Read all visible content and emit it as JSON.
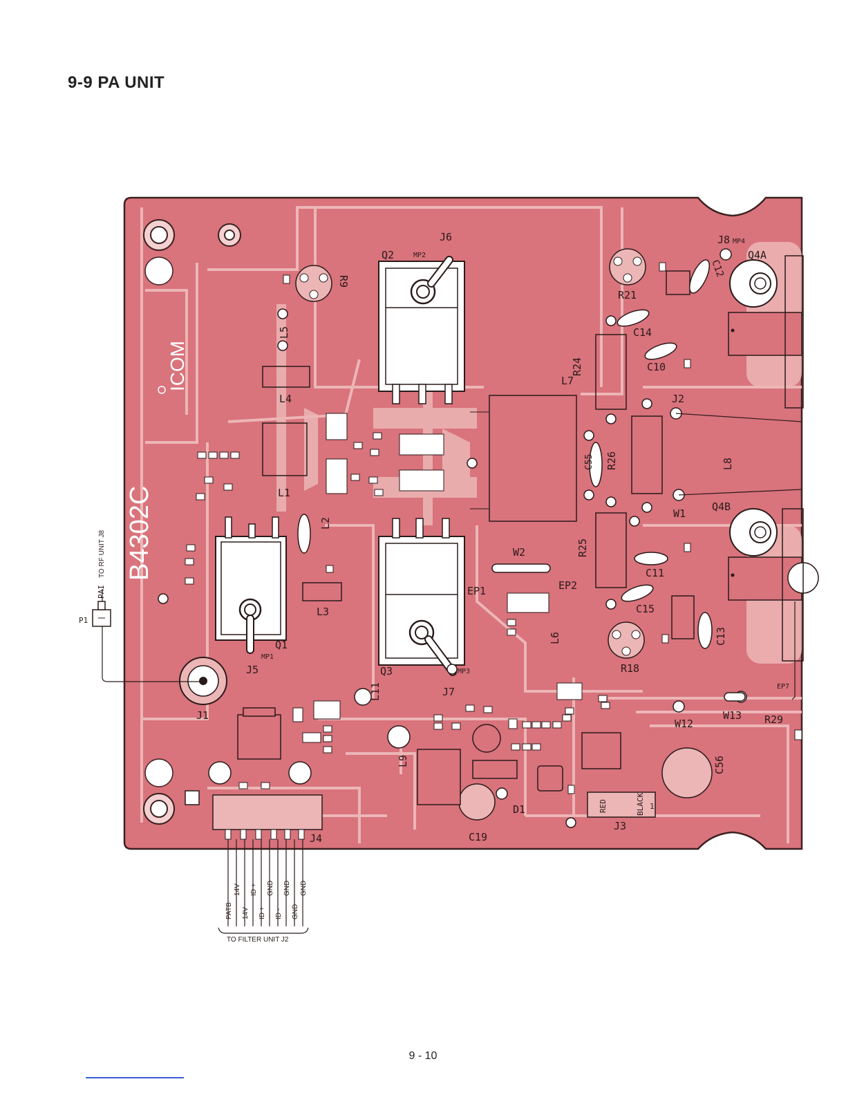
{
  "section_title": "9-9 PA UNIT",
  "page_number": "9 - 10",
  "board": {
    "part_number": "B4302C",
    "logo": "ICOM"
  },
  "colors": {
    "board": "#d9737c",
    "trace": "#ecb6b6",
    "ink": "#2a1a1a"
  },
  "labels": {
    "j6": "J6",
    "mp2": "MP2",
    "q2": "Q2",
    "r9": "R9",
    "l5": "L5",
    "l4": "L4",
    "l7": "L7",
    "r24": "R24",
    "j8": "J8",
    "mp4": "MP4",
    "q4a": "Q4A",
    "c12": "C12",
    "r21": "R21",
    "c14": "C14",
    "c10": "C10",
    "j2": "J2",
    "l8": "L8",
    "r26": "R26",
    "c55": "C55",
    "w1": "W1",
    "q4b": "Q4B",
    "l1": "L1",
    "l2": "L2",
    "r25": "R25",
    "w2": "W2",
    "ep1": "EP1",
    "ep2": "EP2",
    "c11": "C11",
    "c15": "C15",
    "l3": "L3",
    "c13": "C13",
    "q1": "Q1",
    "mp1": "MP1",
    "j5": "J5",
    "q3": "Q3",
    "mp3": "MP3",
    "j7": "J7",
    "l6": "L6",
    "r18": "R18",
    "ep7": "EP7",
    "j1": "J1",
    "l11": "L11",
    "w12": "W12",
    "w13": "W13",
    "r29": "R29",
    "l9": "L9",
    "c56": "C56",
    "d1": "D1",
    "j3": "J3",
    "red": "RED",
    "black": "BLACK",
    "j3_pin1": "1",
    "c19": "C19",
    "j4": "J4",
    "p1": "P1",
    "pa1": "PAI"
  },
  "connectors": {
    "rf_unit": "TO RF UNIT J8",
    "filter_unit": "TO FILTER UNIT J2",
    "j4_pins_left": [
      "PATB",
      "14V",
      "ID +",
      "ID -",
      "GND"
    ],
    "j4_pins_right": [
      "14V",
      "ID +",
      "GND",
      "GND",
      "GND"
    ]
  }
}
